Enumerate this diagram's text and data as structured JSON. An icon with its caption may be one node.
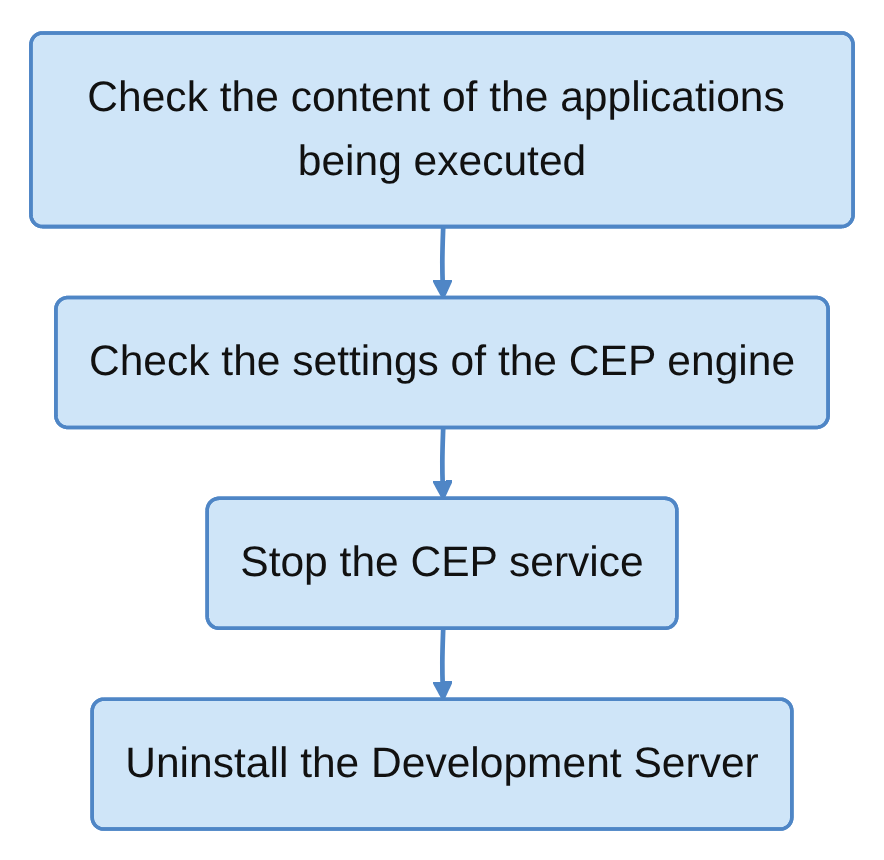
{
  "diagram": {
    "nodes": [
      {
        "text": [
          "Check the content of the applications being executed"
        ]
      },
      {
        "text": [
          "Check the settings of the CEP engine"
        ]
      },
      {
        "text": [
          "Stop the CEP service"
        ]
      },
      {
        "text": [
          "Uninstall the Development  Server"
        ]
      }
    ],
    "edges": [
      {
        "from": 0,
        "to": 1,
        "arrow": "to"
      },
      {
        "from": 1,
        "to": 2,
        "arrow": "to"
      },
      {
        "from": 2,
        "to": 3,
        "arrow": "to"
      }
    ]
  }
}
